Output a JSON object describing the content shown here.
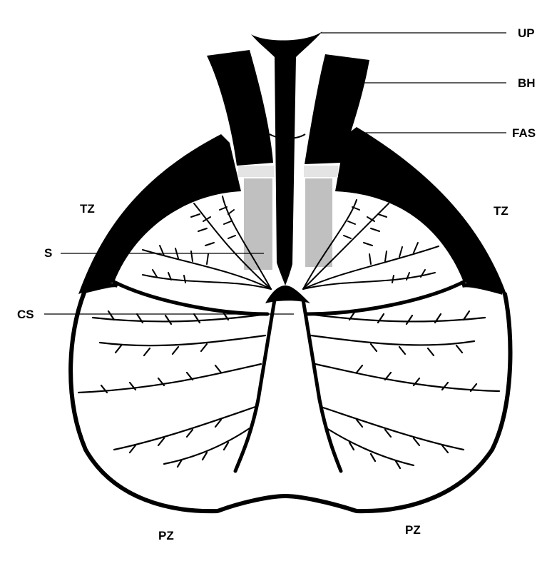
{
  "labels": {
    "up": "UP",
    "bh": "BH",
    "fas": "FAS",
    "tz_left": "TZ",
    "tz_right": "TZ",
    "s": "S",
    "cs": "CS",
    "pz_left": "PZ",
    "pz_right": "PZ"
  },
  "colors": {
    "ink": "#000000",
    "sphincter": "#c0c0c0",
    "background": "#ffffff"
  }
}
